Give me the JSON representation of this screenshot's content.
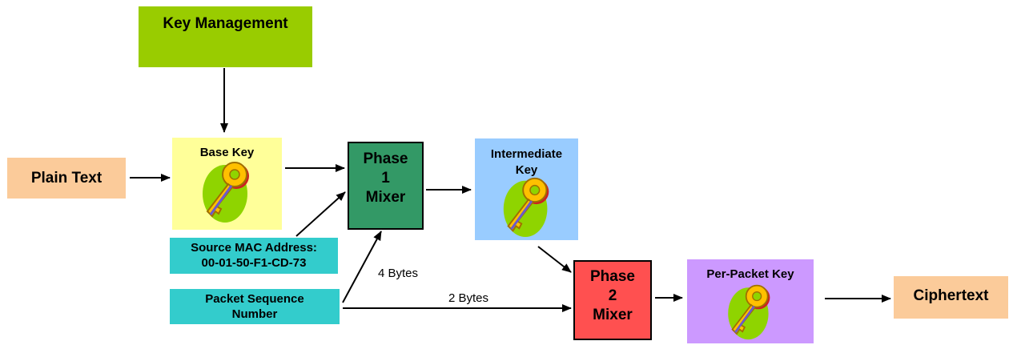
{
  "key_management": {
    "label": "Key Management",
    "color": "#99cc00"
  },
  "plain_text": {
    "label": "Plain Text",
    "color": "#fbcb9a"
  },
  "base_key": {
    "label": "Base Key",
    "color": "#ffff99"
  },
  "source_mac": {
    "line1": "Source MAC Address:",
    "line2": "00-01-50-F1-CD-73",
    "color": "#33cccc"
  },
  "packet_sequence": {
    "line1": "Packet Sequence",
    "line2": "Number",
    "color": "#33cccc"
  },
  "phase1": {
    "line1": "Phase",
    "line2": "1",
    "line3": "Mixer",
    "color": "#339966"
  },
  "intermediate_key": {
    "line1": "Intermediate",
    "line2": "Key",
    "color": "#99ccff"
  },
  "phase2": {
    "line1": "Phase",
    "line2": "2",
    "line3": "Mixer",
    "color": "#ff5050"
  },
  "per_packet_key": {
    "label": "Per-Packet Key",
    "color": "#cc99ff"
  },
  "ciphertext": {
    "label": "Ciphertext",
    "color": "#fbcb9a"
  },
  "edge_labels": {
    "four_bytes": "4 Bytes",
    "two_bytes": "2 Bytes"
  },
  "icons": {
    "key": "key-icon"
  }
}
